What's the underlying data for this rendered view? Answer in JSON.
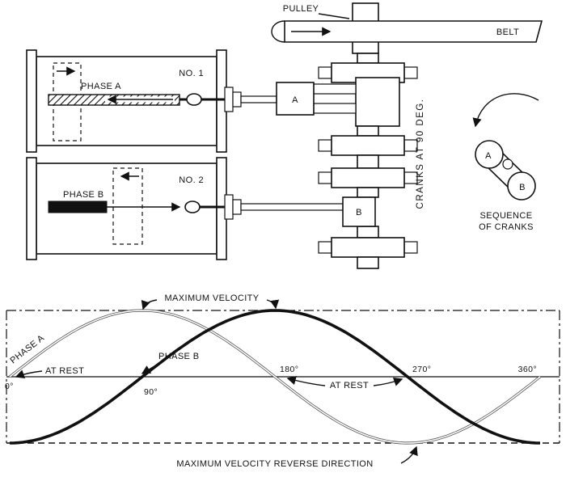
{
  "diagram": {
    "pulley_label": "PULLEY",
    "belt_label": "BELT",
    "cylinder1_label": "NO. 1",
    "cylinder2_label": "NO. 2",
    "phase_a_label": "PHASE A",
    "phase_b_label": "PHASE B",
    "cranks_label": "CRANKS AT 90 DEG.",
    "crank_pin_a": "A",
    "crank_pin_b": "B",
    "sequence_a": "A",
    "sequence_b": "B",
    "sequence_caption_line1": "SEQUENCE",
    "sequence_caption_line2": "OF CRANKS"
  },
  "chart_data": {
    "type": "line",
    "title": "",
    "x_unit": "crank angle (degrees)",
    "x_range": [
      0,
      360
    ],
    "x_ticks": [
      "0°",
      "90°",
      "180°",
      "270°",
      "360°"
    ],
    "x_tick_values": [
      0,
      90,
      180,
      270,
      360
    ],
    "ylim": [
      -1,
      1
    ],
    "grid": false,
    "series": [
      {
        "name": "PHASE A",
        "phase_deg": 0,
        "waveform": "sine",
        "values_at_ticks": [
          0,
          1,
          0,
          -1,
          0
        ],
        "style": "light-outline"
      },
      {
        "name": "PHASE B",
        "phase_deg": 90,
        "waveform": "sine",
        "values_at_ticks": [
          -1,
          0,
          1,
          0,
          -1
        ],
        "style": "bold-solid"
      }
    ],
    "annotations": {
      "max_velocity": "MAXIMUM VELOCITY",
      "at_rest_left": "AT REST",
      "at_rest_mid": "AT REST",
      "phase_a": "PHASE A",
      "phase_b": "PHASE B",
      "max_velocity_reverse": "MAXIMUM VELOCITY REVERSE DIRECTION"
    }
  }
}
